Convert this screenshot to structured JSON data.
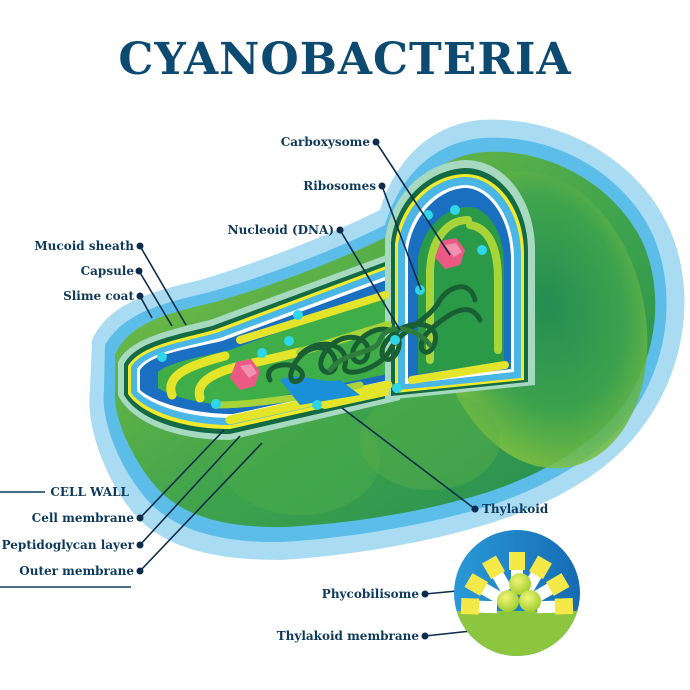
{
  "title": "CYANOBACTERIA",
  "colors": {
    "title": "#0d4a72",
    "label": "#0d3a5c",
    "sheath": "#a9dbf2",
    "capsule": "#5cbde8",
    "cell_body": "#5cb33d",
    "cell_dark": "#1e8a52",
    "thylakoid": "#d9e22a",
    "cytoplasm_blue": "#1b6fc0",
    "ribosome": "#2fd5e8",
    "carboxysome": "#ea5a85",
    "dna": "#1a5e33"
  },
  "labels": {
    "left_top": [
      {
        "id": "mucoid-sheath",
        "text": "Mucoid sheath"
      },
      {
        "id": "capsule",
        "text": "Capsule"
      },
      {
        "id": "slime-coat",
        "text": "Slime coat"
      }
    ],
    "cell_wall_group": {
      "heading": "CELL WALL",
      "items": [
        {
          "id": "cell-membrane",
          "text": "Cell membrane"
        },
        {
          "id": "peptidoglycan-layer",
          "text": "Peptidoglycan layer"
        },
        {
          "id": "outer-membrane",
          "text": "Outer membrane"
        }
      ]
    },
    "top_center": [
      {
        "id": "carboxysome",
        "text": "Carboxysome"
      },
      {
        "id": "ribosomes",
        "text": "Ribosomes"
      },
      {
        "id": "nucleoid",
        "text": "Nucleoid (DNA)"
      }
    ],
    "right": [
      {
        "id": "thylakoid",
        "text": "Thylakoid"
      }
    ],
    "inset": [
      {
        "id": "phycobilisome",
        "text": "Phycobilisome"
      },
      {
        "id": "thylakoid-membrane",
        "text": "Thylakoid membrane"
      }
    ]
  }
}
